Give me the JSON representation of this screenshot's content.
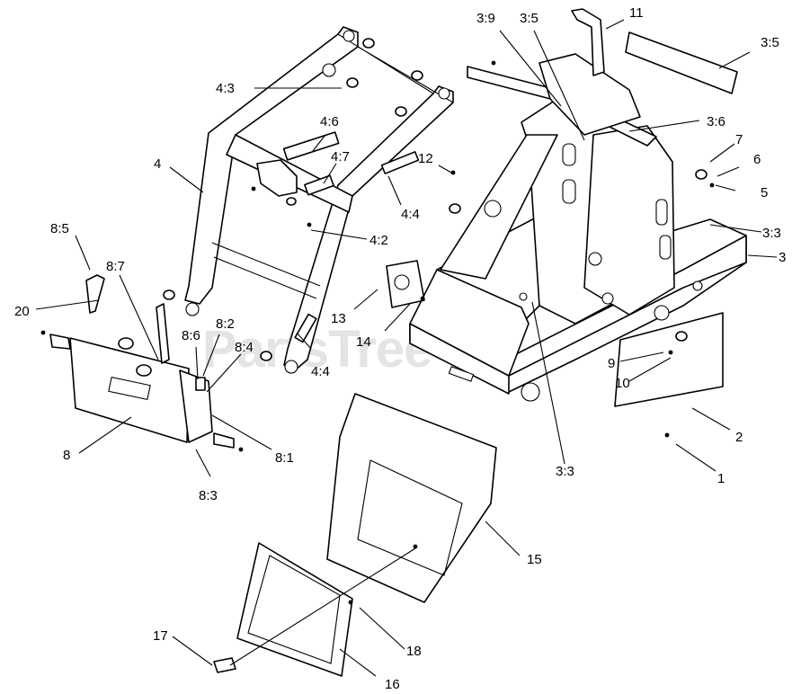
{
  "watermark": "PartsTree",
  "callouts": {
    "c3_9": "3:9",
    "c3_5a": "3:5",
    "c11": "11",
    "c3_5b": "3:5",
    "c4_3": "4:3",
    "c4_6": "4:6",
    "c3_6": "3:6",
    "c7": "7",
    "c4": "4",
    "c4_7": "4:7",
    "c12": "12",
    "c6": "6",
    "c5": "5",
    "c4_4a": "4:4",
    "c3_3a": "3:3",
    "c3": "3",
    "c8_5": "8:5",
    "c4_2": "4:2",
    "c8_7": "8:7",
    "c20": "20",
    "c13": "13",
    "c14": "14",
    "c8_2": "8:2",
    "c8_6": "8:6",
    "c8_4": "8:4",
    "c4_4b": "4:4",
    "c9": "9",
    "c10": "10",
    "c2": "2",
    "c8": "8",
    "c8_1": "8:1",
    "c8_3": "8:3",
    "c1": "1",
    "c3_3b": "3:3",
    "c15": "15",
    "c17": "17",
    "c18": "18",
    "c16": "16"
  }
}
